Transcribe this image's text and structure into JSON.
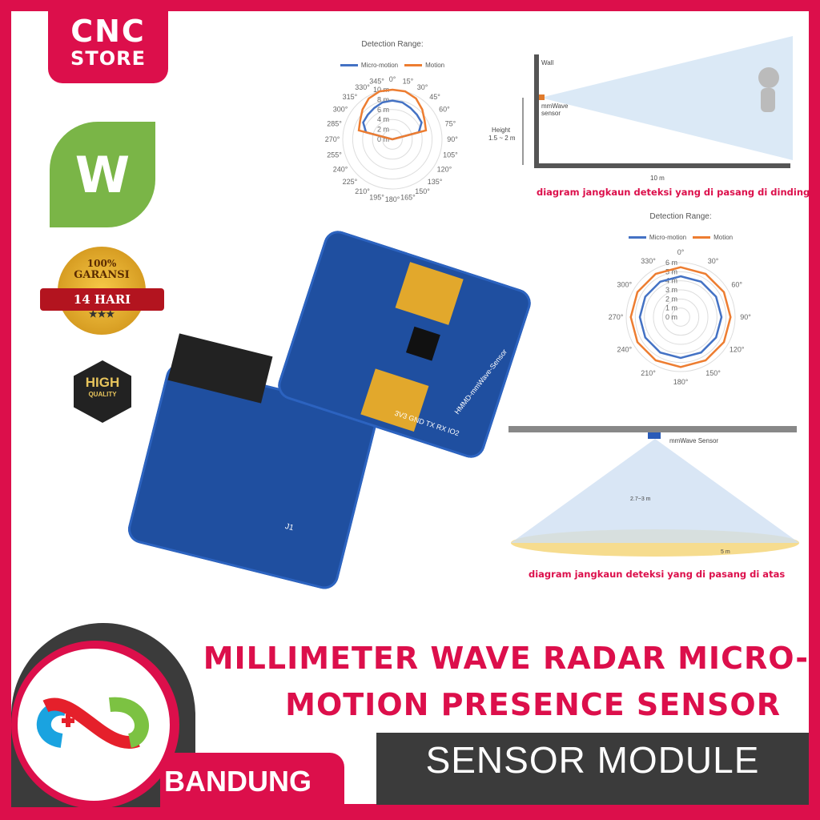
{
  "brand": {
    "line1": "CNC",
    "line2": "STORE",
    "location": "BANDUNG",
    "accent": "#dc0f4b",
    "dark": "#3b3b3b"
  },
  "badges": {
    "waveshare": "W",
    "guarantee": {
      "top": "100%",
      "mid": "GARANSI",
      "ribbon": "14 HARI",
      "stars": "★★★"
    },
    "quality": {
      "top": "HIGH",
      "bottom": "QUALITY"
    }
  },
  "wall_diagram": {
    "wall": "Wall",
    "sensor": "mmWave sensor",
    "height_label": "Height",
    "height_value": "1.5 ~ 2 m",
    "distance": "10 m",
    "caption": "diagram jangkaun deteksi yang di pasang di dinding"
  },
  "ceiling_diagram": {
    "sensor": "mmWave Sensor",
    "height": "2.7~3 m",
    "radius": "5 m",
    "caption": "diagram jangkaun deteksi yang di pasang di atas"
  },
  "board_labels": {
    "pins": "3V3 GND TX RX IO2",
    "name": "HMMD-mmWave-Sensor",
    "chip": "J1"
  },
  "product": {
    "title_line1": "MILLIMETER WAVE RADAR MICRO-",
    "title_line2": "MOTION PRESENCE SENSOR",
    "subtitle": "SENSOR MODULE"
  },
  "chart_data": [
    {
      "type": "polar",
      "title": "Detection Range:",
      "legend": [
        "Micro-motion",
        "Motion"
      ],
      "colors": [
        "#4472c4",
        "#ed7d31"
      ],
      "angles": [
        0,
        15,
        30,
        45,
        60,
        75,
        90,
        105,
        120,
        135,
        150,
        165,
        180,
        195,
        210,
        225,
        240,
        255,
        270,
        285,
        300,
        315,
        330,
        345
      ],
      "angle_labels": [
        "0°",
        "15°",
        "30°",
        "45°",
        "60°",
        "75°",
        "90°",
        "105°",
        "120°",
        "135°",
        "150°",
        "165°",
        "180°",
        "195°",
        "210°",
        "225°",
        "240°",
        "255°",
        "270°",
        "285°",
        "300°",
        "315°",
        "330°",
        "345°"
      ],
      "r_ticks": [
        "0 m",
        "2 m",
        "4 m",
        "6 m",
        "8 m",
        "10 m"
      ],
      "r_max": 10,
      "series": [
        {
          "name": "Micro-motion",
          "values": [
            7.8,
            7.7,
            7.3,
            7,
            6.8,
            5.5,
            0,
            0,
            0,
            0,
            0,
            0,
            0,
            0,
            0,
            0,
            0,
            0,
            0,
            5.5,
            6.8,
            7,
            7.3,
            7.7
          ]
        },
        {
          "name": "Motion",
          "values": [
            10,
            10,
            9.5,
            8.5,
            7.5,
            7,
            0,
            0,
            0,
            0,
            0,
            0,
            0,
            0,
            0,
            0,
            0,
            0,
            0,
            7,
            7.5,
            8.5,
            9.5,
            10
          ]
        }
      ]
    },
    {
      "type": "polar",
      "title": "Detection Range:",
      "legend": [
        "Micro-motion",
        "Motion"
      ],
      "colors": [
        "#4472c4",
        "#ed7d31"
      ],
      "angles": [
        0,
        30,
        60,
        90,
        120,
        150,
        180,
        210,
        240,
        270,
        300,
        330
      ],
      "angle_labels": [
        "0°",
        "30°",
        "60°",
        "90°",
        "120°",
        "150°",
        "180°",
        "210°",
        "240°",
        "270°",
        "300°",
        "330°"
      ],
      "r_ticks": [
        "0 m",
        "1 m",
        "2 m",
        "3 m",
        "4 m",
        "5 m",
        "6 m"
      ],
      "r_max": 6,
      "series": [
        {
          "name": "Micro-motion",
          "values": [
            4.5,
            4.5,
            4.5,
            4.5,
            4.5,
            4.5,
            4.5,
            4.5,
            4.5,
            4.5,
            4.5,
            4.5
          ]
        },
        {
          "name": "Motion",
          "values": [
            5.5,
            5.5,
            5.5,
            5.5,
            5.5,
            5.5,
            5.5,
            5.5,
            5.5,
            5.5,
            5.5,
            5.5
          ]
        }
      ]
    }
  ]
}
